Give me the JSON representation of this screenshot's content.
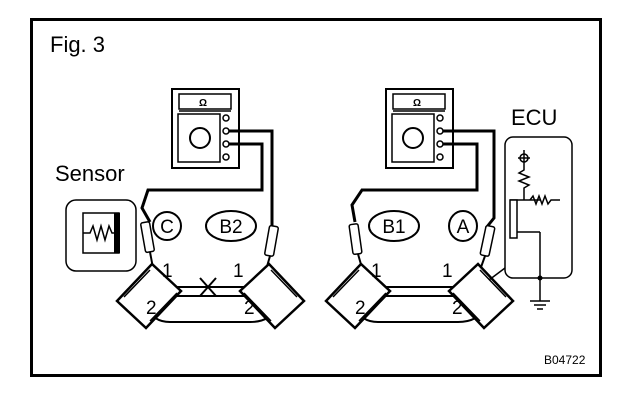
{
  "figure": {
    "title": "Fig. 3",
    "code": "B04722"
  },
  "labels": {
    "sensor": "Sensor",
    "ecu": "ECU",
    "ohm_left": "Ω",
    "ohm_right": "Ω"
  },
  "connectors": {
    "left": {
      "id_c": "C",
      "id_b2": "B2",
      "pin_left_top": "1",
      "pin_right_top": "1",
      "pin_left_bottom": "2",
      "pin_right_bottom": "2"
    },
    "right": {
      "id_b1": "B1",
      "id_a": "A",
      "pin_left_top": "1",
      "pin_right_top": "1",
      "pin_left_bottom": "2",
      "pin_right_bottom": "2"
    }
  },
  "colors": {
    "line": "#000000",
    "background": "#ffffff"
  }
}
